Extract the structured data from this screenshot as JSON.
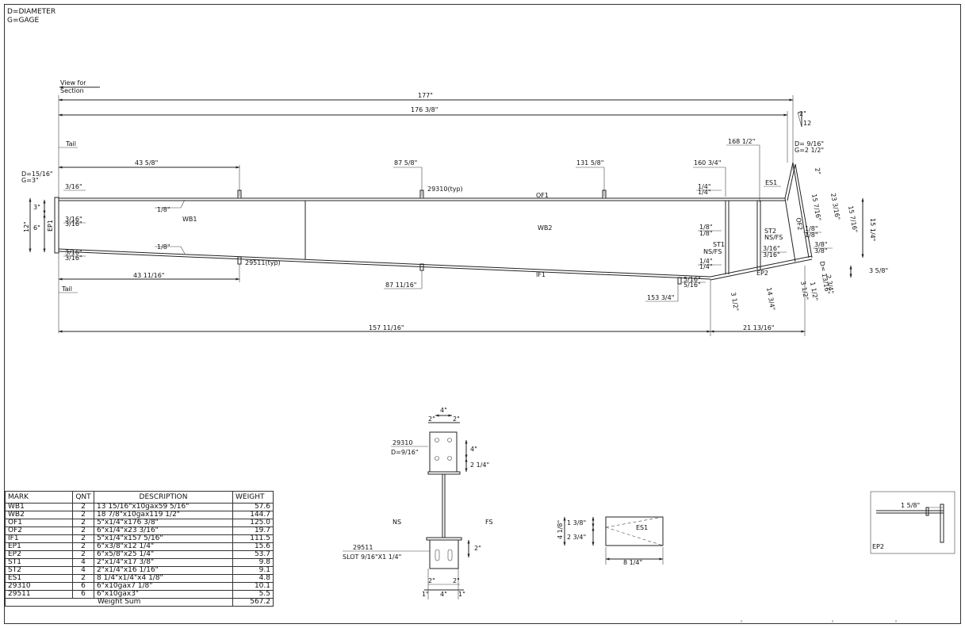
{
  "notes": {
    "line1": "D=DIAMETER",
    "line2": "G=GAGE"
  },
  "elevation": {
    "view_for_1": "View for",
    "view_for_2": "Section",
    "dim_overall": "177\"",
    "dim_overall_web": "176 3/8\"",
    "slope_rise": "2\"",
    "slope_run": "12",
    "dim_168": "168 1/2\"",
    "hole_right_1": "D= 9/16\"",
    "hole_right_2": "G=2 1/2\"",
    "hole_left_1": "D=15/16\"",
    "hole_left_2": "G=3\"",
    "tail_top": "Tail",
    "tail_bottom": "Tail",
    "dim_43_top": "43 5/8\"",
    "dim_87_top": "87 5/8\"",
    "dim_131": "131 5/8\"",
    "dim_160": "160 3/4\"",
    "ref_29310": "29310(typ)",
    "ref_29511": "29511(typ)",
    "label_wb1": "WB1",
    "label_wb2": "WB2",
    "label_of1": "OF1",
    "label_if1": "IF1",
    "label_ep1": "EP1",
    "label_ep2": "EP2",
    "label_es1": "ES1",
    "label_of2": "OF2",
    "label_st1": "ST1",
    "label_st1_side": "NS/FS",
    "label_st2": "ST2",
    "label_st2_side": "NS/FS",
    "weld_316": "3/16\"",
    "weld_18": "1/8\"",
    "weld_14": "1/4\"",
    "weld_38": "3/8\"",
    "weld_516": "5/16\"",
    "dim_3": "3\"",
    "dim_6": "6\"",
    "dim_12": "12\"",
    "dim_2": "2\"",
    "dim_15_7_16a": "15 7/16\"",
    "dim_23": "23 3/16\"",
    "dim_15_7_16b": "15 7/16\"",
    "dim_15_1_4": "15 1/4\"",
    "dim_3_5_8": "3 5/8\"",
    "hole_ep2": "D= 13/16\"",
    "dim_2_3_4": "2 3/4\"",
    "dim_1_1_2": "1 1/2\"",
    "dim_3_1_2a": "3 1/2\"",
    "dim_14_3_4": "14 3/4\"",
    "dim_3_1_2b": "3 1/2\"",
    "dim_43_bot": "43 11/16\"",
    "dim_87_bot": "87 11/16\"",
    "dim_153": "153 3/4\"",
    "dim_157": "157 11/16\"",
    "dim_21": "21 13/16\""
  },
  "section": {
    "dim_4_top": "4\"",
    "dim_2a": "2\"",
    "dim_2b": "2\"",
    "ref_29310": "29310",
    "hole_29310": "D=9/16\"",
    "dim_4_side": "4\"",
    "dim_2_1_4": "2 1/4\"",
    "label_ns": "NS",
    "label_fs": "FS",
    "ref_29511": "29511",
    "slot_29511": "SLOT 9/16\"X1 1/4\"",
    "dim_2_side": "2\"",
    "dim_2c": "2\"",
    "dim_2d": "2\"",
    "dim_1a": "1\"",
    "dim_4_bot": "4\"",
    "dim_1b": "1\""
  },
  "es1_detail": {
    "dim_4_1_8": "4 1/8\"",
    "dim_1_3_8": "1 3/8\"",
    "dim_2_3_4": "2 3/4\"",
    "label": "ES1",
    "dim_8_1_4": "8 1/4\""
  },
  "ep2_detail": {
    "dim": "1 5/8\"",
    "label": "EP2"
  },
  "bom": {
    "headers": {
      "mark": "MARK",
      "qnt": "QNT",
      "description": "DESCRIPTION",
      "weight": "WEIGHT"
    },
    "rows": [
      {
        "mark": "WB1",
        "qnt": "2",
        "description": "13 15/16\"x10gax59 5/16\"",
        "weight": "57.6"
      },
      {
        "mark": "WB2",
        "qnt": "2",
        "description": "18 7/8\"x10gax119 1/2\"",
        "weight": "144.7"
      },
      {
        "mark": "OF1",
        "qnt": "2",
        "description": "5\"x1/4\"x176 3/8\"",
        "weight": "125.0"
      },
      {
        "mark": "OF2",
        "qnt": "2",
        "description": "6\"x1/4\"x23 3/16\"",
        "weight": "19.7"
      },
      {
        "mark": "IF1",
        "qnt": "2",
        "description": "5\"x1/4\"x157 5/16\"",
        "weight": "111.5"
      },
      {
        "mark": "EP1",
        "qnt": "2",
        "description": "6\"x3/8\"x12 1/4\"",
        "weight": "15.6"
      },
      {
        "mark": "EP2",
        "qnt": "2",
        "description": "6\"x5/8\"x25 1/4\"",
        "weight": "53.7"
      },
      {
        "mark": "ST1",
        "qnt": "4",
        "description": "2\"x1/4\"x17 3/8\"",
        "weight": "9.8"
      },
      {
        "mark": "ST2",
        "qnt": "4",
        "description": "2\"x1/4\"x16 1/16\"",
        "weight": "9.1"
      },
      {
        "mark": "ES1",
        "qnt": "2",
        "description": "8 1/4\"x1/4\"x4 1/8\"",
        "weight": "4.8"
      },
      {
        "mark": "29310",
        "qnt": "6",
        "description": "6\"x10gax7 1/8\"",
        "weight": "10.1"
      },
      {
        "mark": "29511",
        "qnt": "6",
        "description": "6\"x10gax3\"",
        "weight": "5.5"
      }
    ],
    "sum_label": "Weight Sum",
    "sum_value": "567.2"
  }
}
